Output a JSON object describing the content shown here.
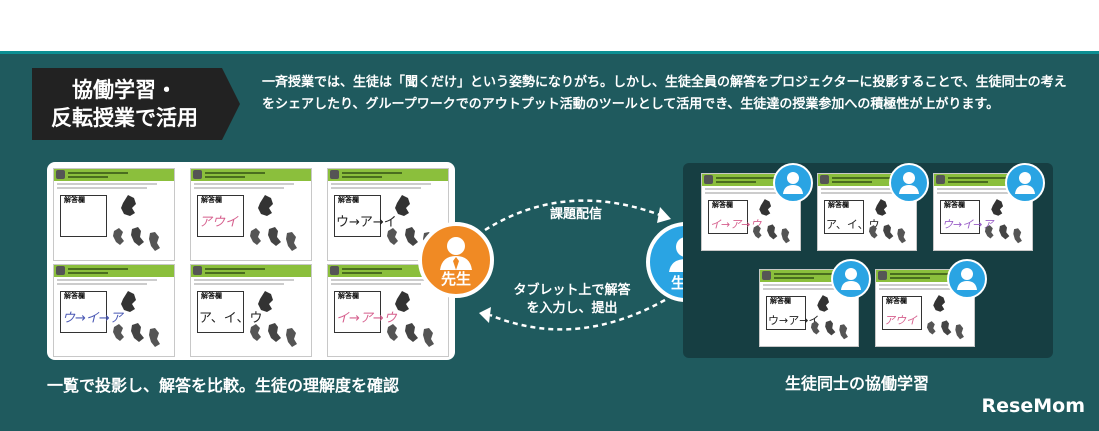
{
  "header": {
    "tag_line1": "協働学習・",
    "tag_line2": "反転授業で活用",
    "description": "一斉授業では、生徒は「聞くだけ」という姿勢になりがち。しかし、生徒全員の解答をプロジェクターに投影することで、生徒同士の考えをシェアしたり、グループワークでのアウトプット活動のツールとして活用でき、生徒達の授業参加への積極性が上がります。"
  },
  "teacher_panel": {
    "caption": "一覧で投影し、解答を比較。生徒の理解度を確認",
    "answer_box_label": "解答欄",
    "cards": [
      {
        "answer": "",
        "style": ""
      },
      {
        "answer": "アウイ",
        "style": "pink"
      },
      {
        "answer": "ウ→ア→イ",
        "style": ""
      },
      {
        "answer": "ウ→イ→ア",
        "style": "blue"
      },
      {
        "answer": "ア、イ、ウ",
        "style": ""
      },
      {
        "answer": "イ→ア→ウ",
        "style": "pink"
      }
    ]
  },
  "flow": {
    "teacher_label": "先生",
    "student_label": "生徒",
    "top_label": "課題配信",
    "bottom_label": "タブレット上で解答を入力し、提出"
  },
  "student_panel": {
    "caption": "生徒同士の協働学習",
    "answer_box_label": "解答欄",
    "cards": [
      {
        "answer": "イ→ア→ウ",
        "style": "pink"
      },
      {
        "answer": "ア、イ、ウ",
        "style": ""
      },
      {
        "answer": "ウ→イ→ア",
        "style": "purple"
      },
      {
        "answer": "ウ→ア→イ",
        "style": ""
      },
      {
        "answer": "アウイ",
        "style": "pink"
      }
    ]
  },
  "branding": {
    "logo": "ReseMom"
  },
  "colors": {
    "panel": "#1f5a5e",
    "teacher": "#f08a24",
    "student": "#2aa4e3",
    "accent": "#0c8f93"
  }
}
